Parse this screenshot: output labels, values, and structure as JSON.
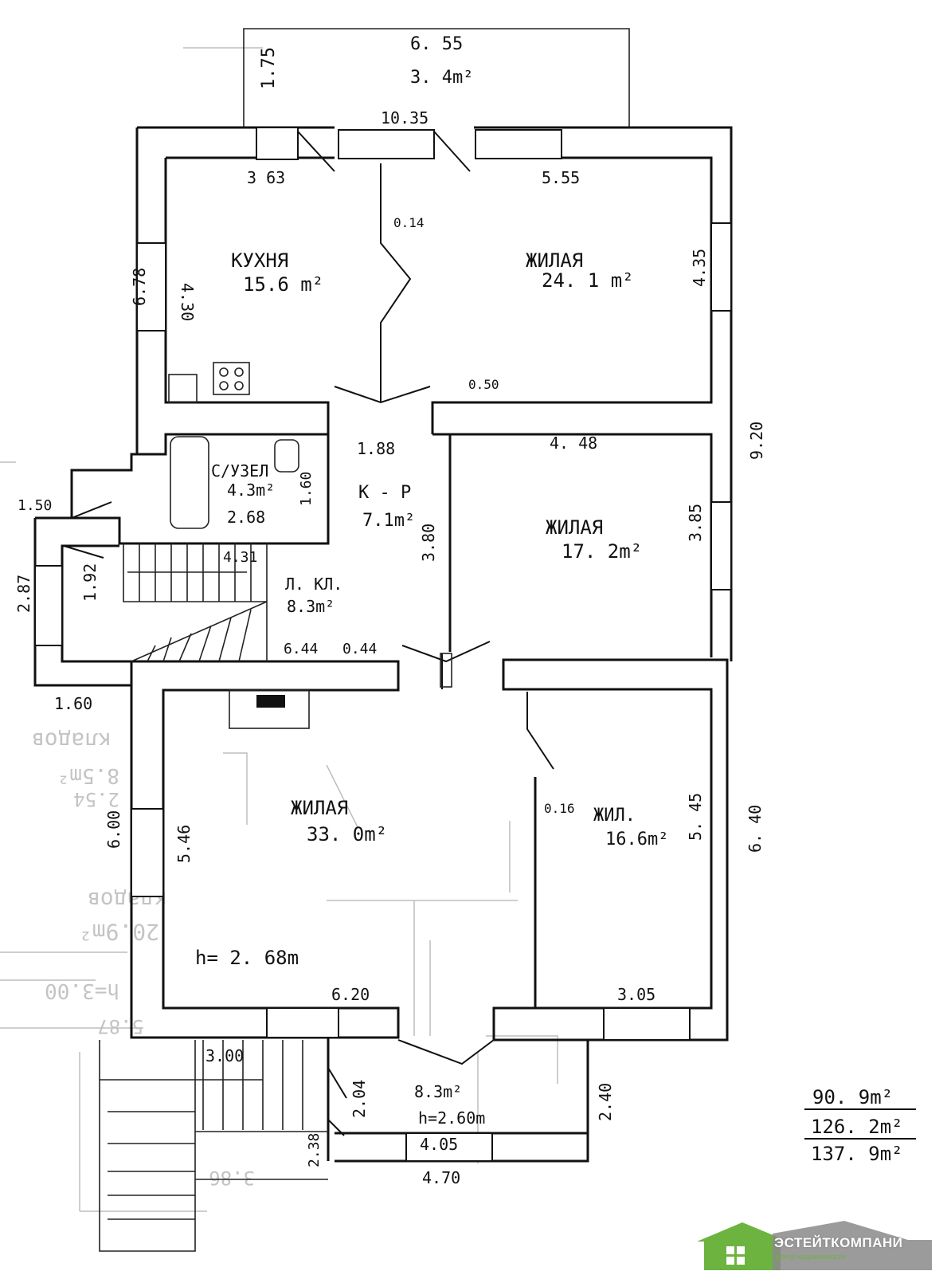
{
  "dimensions": {
    "top_porch_width": "6. 55",
    "top_porch_depth": "1.75",
    "top_porch_area": "3. 4m²",
    "overall_width": "10.35",
    "kitchen_width": "3 63",
    "living1_width": "5.55",
    "door_jamb": "0.14",
    "kitchen_depth": "4.30",
    "left_wall": "6.78",
    "living1_depth": "4.35",
    "hall_offset": "0.50",
    "hall_width": "1.88",
    "living2_width": "4. 48",
    "right_wall": "9.20",
    "bath_depth": "1.60",
    "bath_width": "2.68",
    "hall_depth": "3.80",
    "stair_width": "4.31",
    "living2_depth": "3.85",
    "entry_width": "1.50",
    "stair_depth": "1.92",
    "entry_outer": "2.87",
    "entry_bottom": "1.60",
    "corridor_len": "6.44",
    "corridor_wall": "0.44",
    "big_room_depth": "5.46",
    "big_room_outer": "6.00",
    "small_room_wall": "0.16",
    "small_room_depth": "5. 45",
    "right_lower_wall": "6. 40",
    "big_room_width": "6.20",
    "small_room_width": "3.05",
    "veranda_width": "3.00",
    "veranda_door": "2.04",
    "veranda_side": "2.40",
    "veranda_inner": "4.05",
    "veranda_step": "2.38",
    "veranda_outer": "4.70",
    "veranda_area": "8.3m²",
    "veranda_height": "h=2.60m"
  },
  "rooms": {
    "kitchen": {
      "name": "КУХНЯ",
      "area": "15.6 m²"
    },
    "living1": {
      "name": "ЖИЛАЯ",
      "area": "24. 1 m²"
    },
    "bathroom": {
      "name": "С/УЗЕЛ",
      "area": "4.3m²"
    },
    "corridor": {
      "name": "К - Р",
      "area": "7.1m²"
    },
    "living2": {
      "name": "ЖИЛАЯ",
      "area": "17. 2m²"
    },
    "stairwell": {
      "name": "Л. КЛ.",
      "area": "8.3m²"
    },
    "living3": {
      "name": "ЖИЛАЯ",
      "area": "33. 0m²"
    },
    "living4": {
      "name": "ЖИЛ.",
      "area": "16.6m²"
    }
  },
  "ceiling_height": "h= 2. 68m",
  "totals": [
    "90. 9m²",
    "126. 2m²",
    "137. 9m²"
  ],
  "faded_underlay": [
    "кладов",
    "8.5m²",
    "кладов",
    "20.9m²",
    "h=3.00",
    "3.86",
    "2.54",
    "5.87"
  ],
  "brand": {
    "name": "ЭСТЕЙТКОМПАНИ",
    "tagline": "центр недвижимости"
  },
  "colors": {
    "ink": "#111111",
    "underlay": "#c4c4c4",
    "logo_green": "#6db33f",
    "logo_grey": "#8a8a8a"
  }
}
